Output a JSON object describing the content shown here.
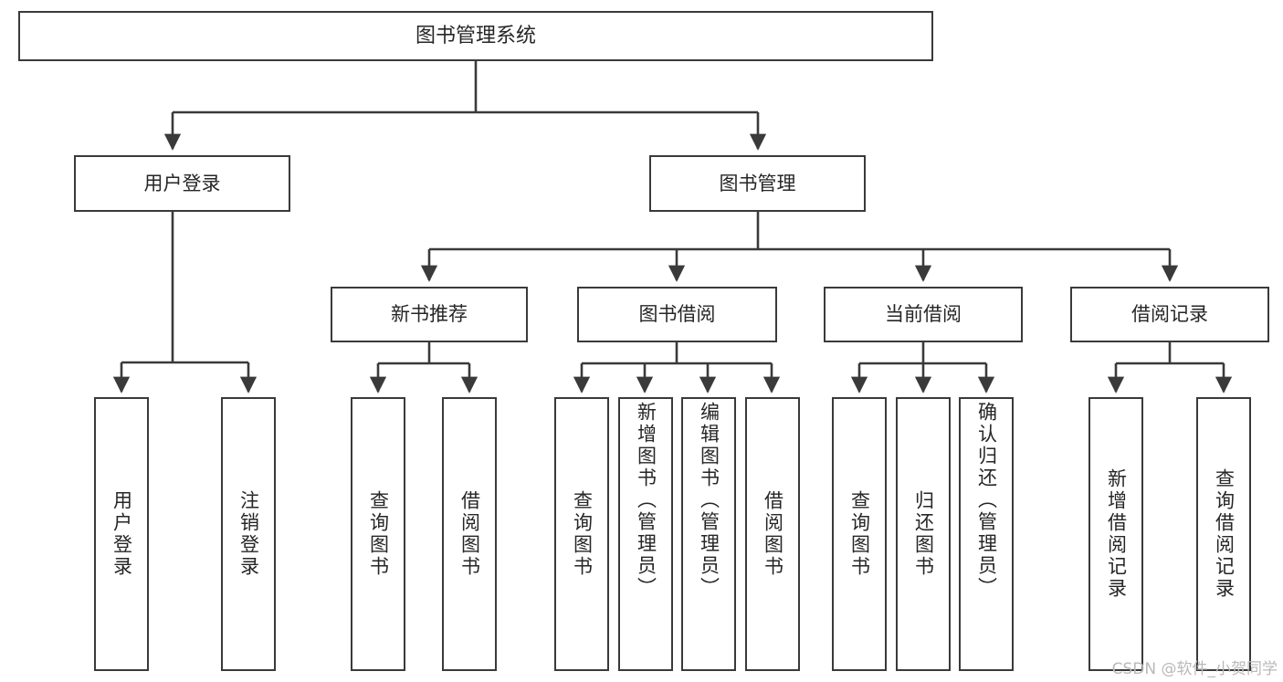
{
  "diagram": {
    "type": "tree-hierarchy",
    "title": "图书管理系统",
    "orientation": "top-down",
    "root": {
      "id": "root",
      "label": "图书管理系统"
    },
    "level1": [
      {
        "id": "user-login",
        "label": "用户登录"
      },
      {
        "id": "book-management",
        "label": "图书管理"
      }
    ],
    "level2": [
      {
        "id": "new-book-recommend",
        "label": "新书推荐",
        "parent": "book-management"
      },
      {
        "id": "book-borrow",
        "label": "图书借阅",
        "parent": "book-management"
      },
      {
        "id": "current-borrow",
        "label": "当前借阅",
        "parent": "book-management"
      },
      {
        "id": "borrow-record",
        "label": "借阅记录",
        "parent": "book-management"
      }
    ],
    "leaves": {
      "user-login": [
        {
          "id": "leaf-user-login",
          "label": "用户登录"
        },
        {
          "id": "leaf-user-logout",
          "label": "注销登录"
        }
      ],
      "new-book-recommend": [
        {
          "id": "leaf-query-book-1",
          "label": "查询图书"
        },
        {
          "id": "leaf-borrow-book-1",
          "label": "借阅图书"
        }
      ],
      "book-borrow": [
        {
          "id": "leaf-query-book-2",
          "label": "查询图书"
        },
        {
          "id": "leaf-add-book",
          "label": "新增图书（管理员）"
        },
        {
          "id": "leaf-edit-book",
          "label": "编辑图书（管理员）"
        },
        {
          "id": "leaf-borrow-book-2",
          "label": "借阅图书"
        }
      ],
      "current-borrow": [
        {
          "id": "leaf-query-book-3",
          "label": "查询图书"
        },
        {
          "id": "leaf-return-book",
          "label": "归还图书"
        },
        {
          "id": "leaf-confirm-return",
          "label": "确认归还（管理员）"
        }
      ],
      "borrow-record": [
        {
          "id": "leaf-add-record",
          "label": "新增借阅记录"
        },
        {
          "id": "leaf-query-record",
          "label": "查询借阅记录"
        }
      ]
    }
  },
  "watermark": {
    "text": "CSDN @软件_小贺同学"
  },
  "colors": {
    "box_border": "#3a3a3a",
    "box_fill": "#ffffff",
    "text": "#262626",
    "connector": "#3a3a3a",
    "watermark": "#b9b9b9",
    "background": "#ffffff"
  }
}
